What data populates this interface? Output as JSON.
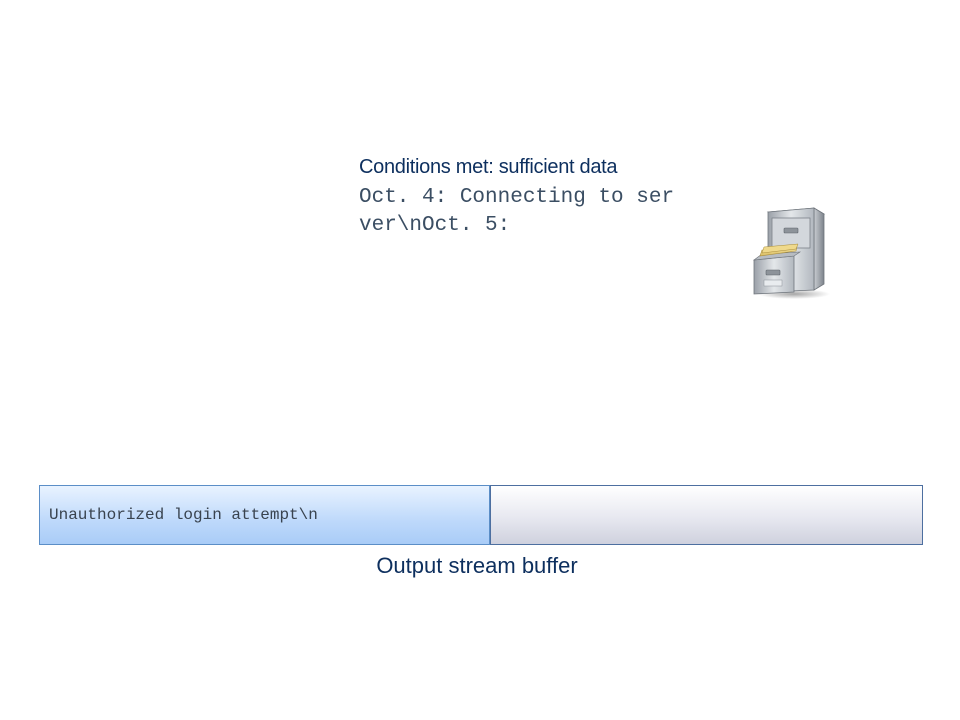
{
  "condition": {
    "title": "Conditions met: sufficient data",
    "log_text": "Oct. 4: Connecting to server\\nOct. 5:"
  },
  "icon": {
    "name": "file-cabinet-icon"
  },
  "buffer": {
    "content": "Unauthorized login attempt\\n",
    "fill_fraction": 0.51,
    "caption": "Output stream buffer"
  },
  "colors": {
    "title": "#0d2f5e",
    "buffer_filled": "#bed9fb",
    "buffer_border": "#5b8ec7",
    "buffer_empty": "#e7e8f0"
  }
}
